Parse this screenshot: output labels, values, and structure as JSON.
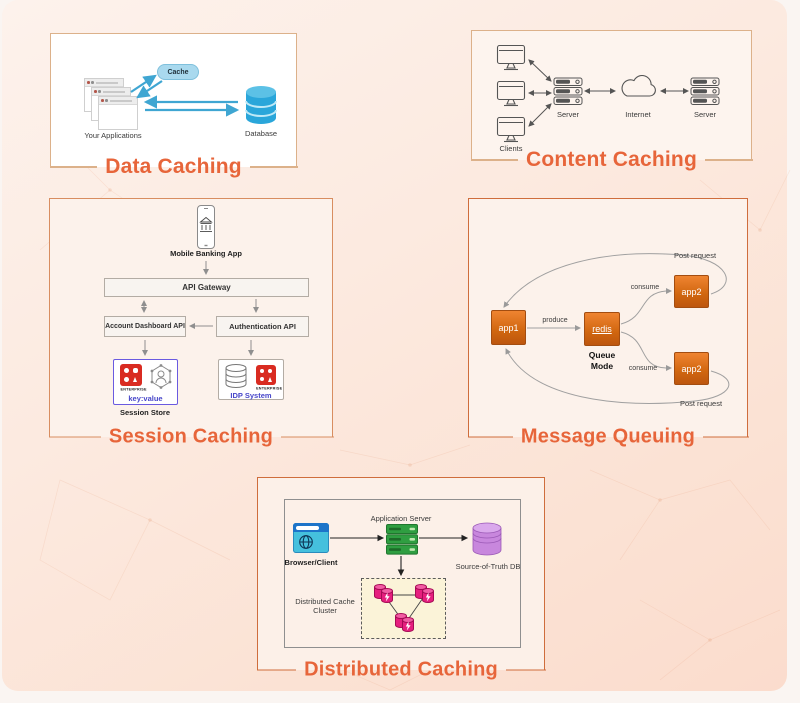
{
  "page": {
    "type": "caching-strategies-infographic",
    "colors": {
      "accent_title": "#e7653a",
      "panel_border_light": "#dcb18a",
      "panel_border_orange": "#cf6d3c",
      "redis_red": "#d92b21",
      "arrow_blue": "#3fa6d2",
      "db_blue": "#2aa6da",
      "queue_orange": "#d0660f",
      "server_green": "#2f9e41",
      "source_db_purple": "#c887dd",
      "cache_magenta": "#e61f7e"
    }
  },
  "panels": {
    "data_caching": {
      "title": "Data Caching",
      "labels": {
        "cache": "Cache",
        "apps": "Your Applications",
        "database": "Database"
      }
    },
    "content_caching": {
      "title": "Content Caching",
      "labels": {
        "clients": "Clients",
        "server_left": "Server",
        "internet": "Internet",
        "server_right": "Server"
      }
    },
    "session_caching": {
      "title": "Session Caching",
      "labels": {
        "mobile_app": "Mobile Banking App",
        "api_gateway": "API Gateway",
        "account_api": "Account Dashboard API",
        "auth_api": "Authentication API",
        "enterprise": "ENTERPRISE",
        "key_value": "key:value",
        "session_store": "Session Store",
        "idp_system": "IDP System"
      }
    },
    "message_queuing": {
      "title": "Message Queuing",
      "labels": {
        "app1": "app1",
        "redis": "redis",
        "queue_mode": "Queue Mode",
        "produce": "produce",
        "consume": "consume",
        "app2": "app2",
        "post_request": "Post request"
      }
    },
    "distributed_caching": {
      "title": "Distributed Caching",
      "labels": {
        "browser": "Browser/Client",
        "app_server": "Application Server",
        "source_db": "Source-of-Truth DB",
        "cache_cluster": "Distributed Cache Cluster"
      }
    }
  }
}
